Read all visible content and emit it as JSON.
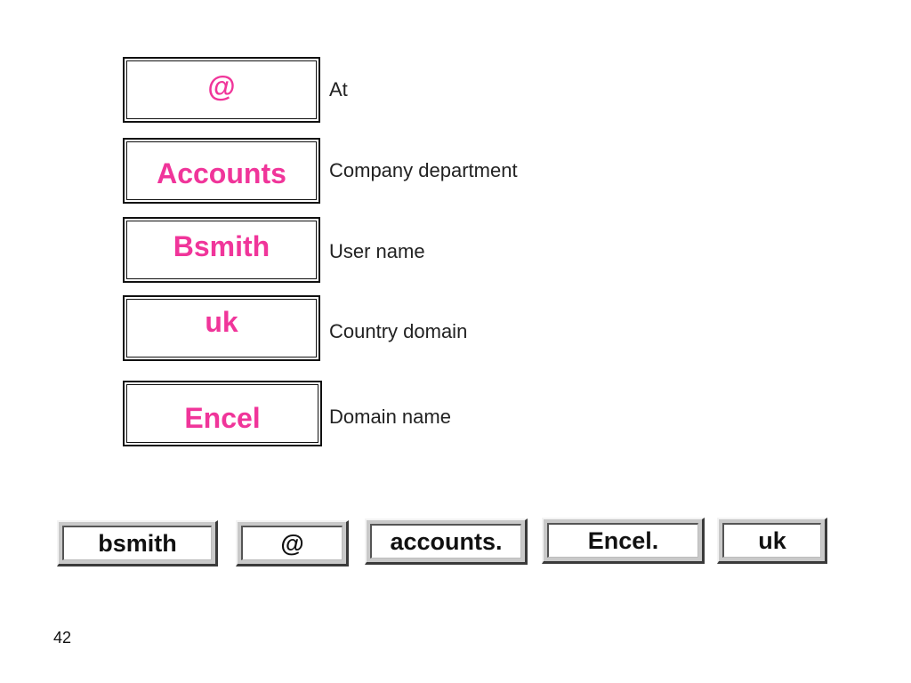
{
  "terms": [
    {
      "term": "@",
      "description": "At"
    },
    {
      "term": "Accounts",
      "description": "Company department"
    },
    {
      "term": "Bsmith",
      "description": "User name"
    },
    {
      "term": "uk",
      "description": "Country domain"
    },
    {
      "term": "Encel",
      "description": "Domain name"
    }
  ],
  "address_parts": [
    "bsmith",
    "@",
    "accounts.",
    "Encel.",
    "uk"
  ],
  "page_number": "42",
  "colors": {
    "term_text": "#f0359a",
    "background": "#ffffff",
    "button_frame": "#c9c9c9"
  }
}
